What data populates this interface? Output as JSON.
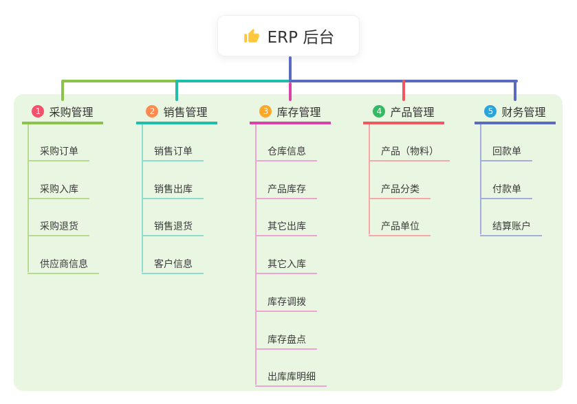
{
  "root": {
    "label": "ERP 后台",
    "icon": "thumbs-up-icon",
    "icon_color": "#FFC83D"
  },
  "branches": [
    {
      "index": "1",
      "title": "采购管理",
      "badge_color": "#f4516c",
      "line_color": "#8bc34a",
      "line_color_light": "#b6da90",
      "children": [
        "采购订单",
        "采购入库",
        "采购退货",
        "供应商信息"
      ]
    },
    {
      "index": "2",
      "title": "销售管理",
      "badge_color": "#ff8a50",
      "line_color": "#20bda9",
      "line_color_light": "#8cdcd0",
      "children": [
        "销售订单",
        "销售出库",
        "销售退货",
        "客户信息"
      ]
    },
    {
      "index": "3",
      "title": "库存管理",
      "badge_color": "#ffa726",
      "line_color": "#d843a6",
      "line_color_light": "#eda4d3",
      "children": [
        "仓库信息",
        "产品库存",
        "其它出库",
        "其它入库",
        "库存调拨",
        "库存盘点",
        "出库库明细"
      ]
    },
    {
      "index": "4",
      "title": "产品管理",
      "badge_color": "#36b864",
      "line_color": "#f2575f",
      "line_color_light": "#f8a7a8",
      "children": [
        "产品（物料）",
        "产品分类",
        "产品单位"
      ]
    },
    {
      "index": "5",
      "title": "财务管理",
      "badge_color": "#2ba3dc",
      "line_color": "#5a6ac0",
      "line_color_light": "#a2addd",
      "children": [
        "回款单",
        "付款单",
        "结算账户"
      ]
    }
  ],
  "palette": {
    "page_bg": "#ffffff",
    "panel_bg": "#e9f6e2",
    "text": "#3b3b3b",
    "root_line": "#5a6ac0"
  }
}
